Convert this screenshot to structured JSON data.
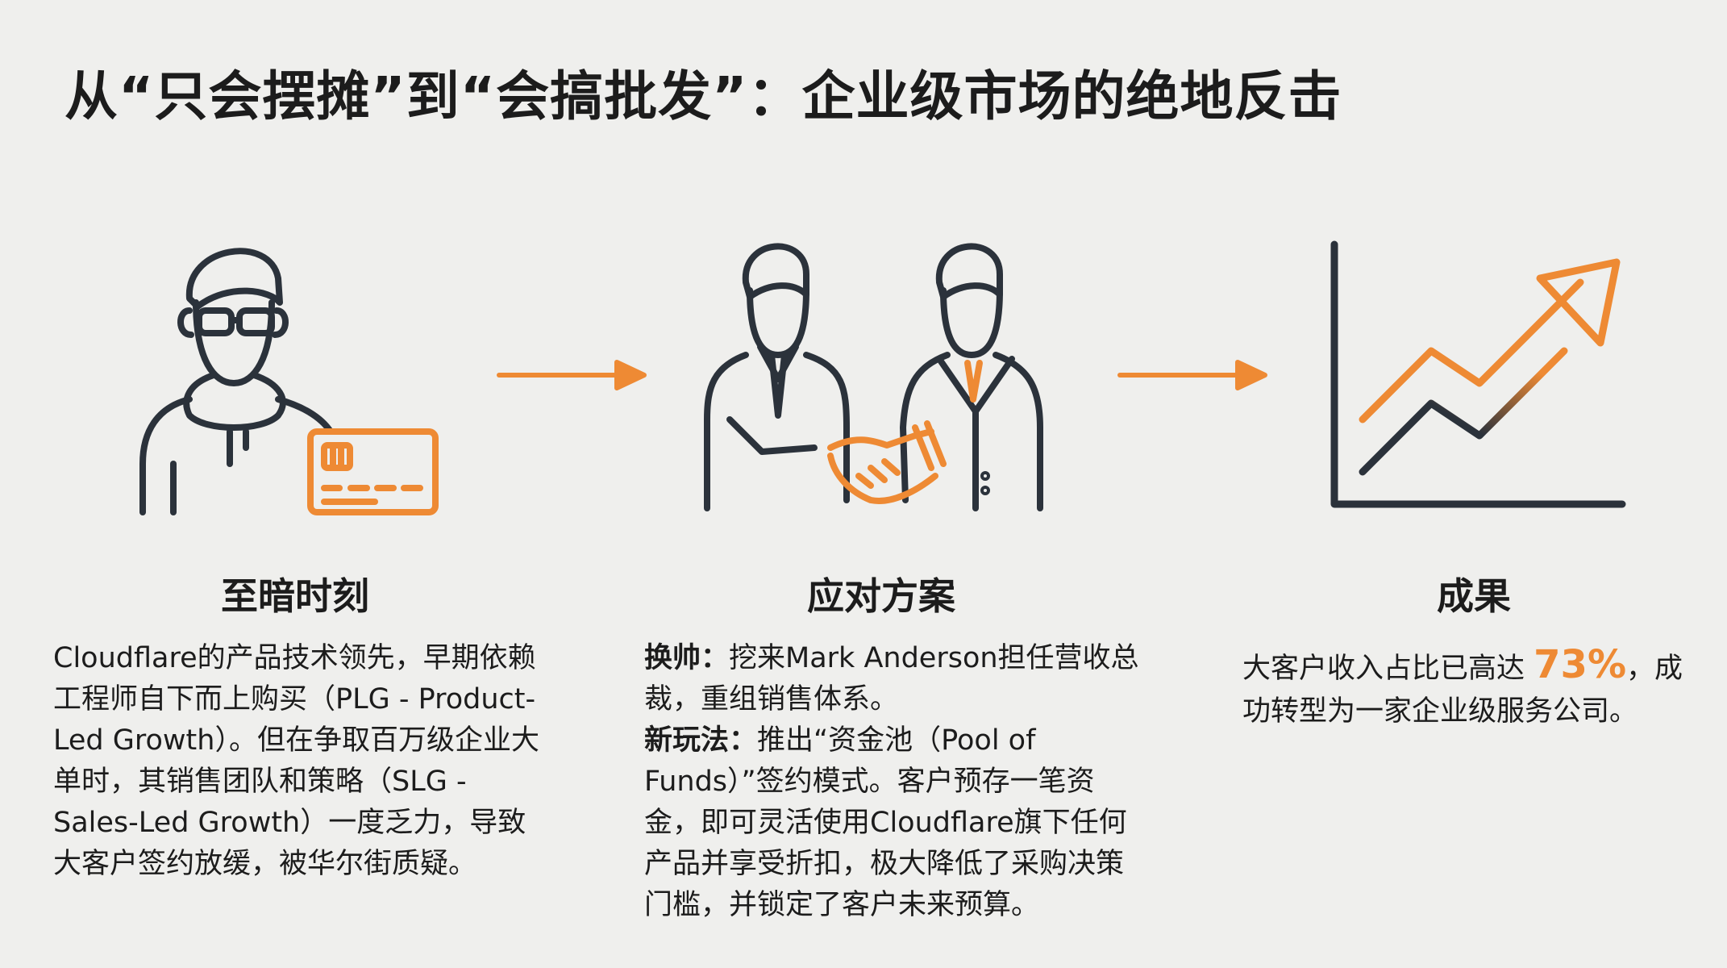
{
  "title": "从“只会摆摊”到“会搞批发”：企业级市场的绝地反击",
  "colors": {
    "accent": "#ee8a34",
    "icon": "#2b323b",
    "background": "#efefed"
  },
  "icons": [
    "developer-with-credit-card-icon",
    "arrow-right-icon",
    "handshake-icon",
    "arrow-right-icon",
    "growth-chart-icon"
  ],
  "columns": [
    {
      "heading": "至暗时刻",
      "lines": [
        "Cloudflare的产品技术领先，早期依赖",
        "工程师自下而上购买（PLG - Product-",
        "Led Growth）。但在争取百万级企业大",
        "单时，其销售团队和策略（SLG -",
        "Sales-Led Growth）一度乏力，导致",
        "大客户签约放缓，被华尔街质疑。"
      ]
    },
    {
      "heading": "应对方案",
      "label1": "换帅：",
      "line1a": "挖来Mark Anderson担任营收总",
      "line1b": "裁，重组销售体系。",
      "label2": "新玩法：",
      "line2a": "推出“资金池（Pool of",
      "lines2": [
        "Funds）”签约模式。客户预存一笔资",
        "金，即可灵活使用Cloudflare旗下任何",
        "产品并享受折扣，极大降低了采购决策",
        "门槛，并锁定了客户未来预算。"
      ]
    },
    {
      "heading": "成果",
      "pre": "大客户收入占比已高达 ",
      "highlight": "73%",
      "post": "，成",
      "line2": "功转型为一家企业级服务公司。"
    }
  ]
}
